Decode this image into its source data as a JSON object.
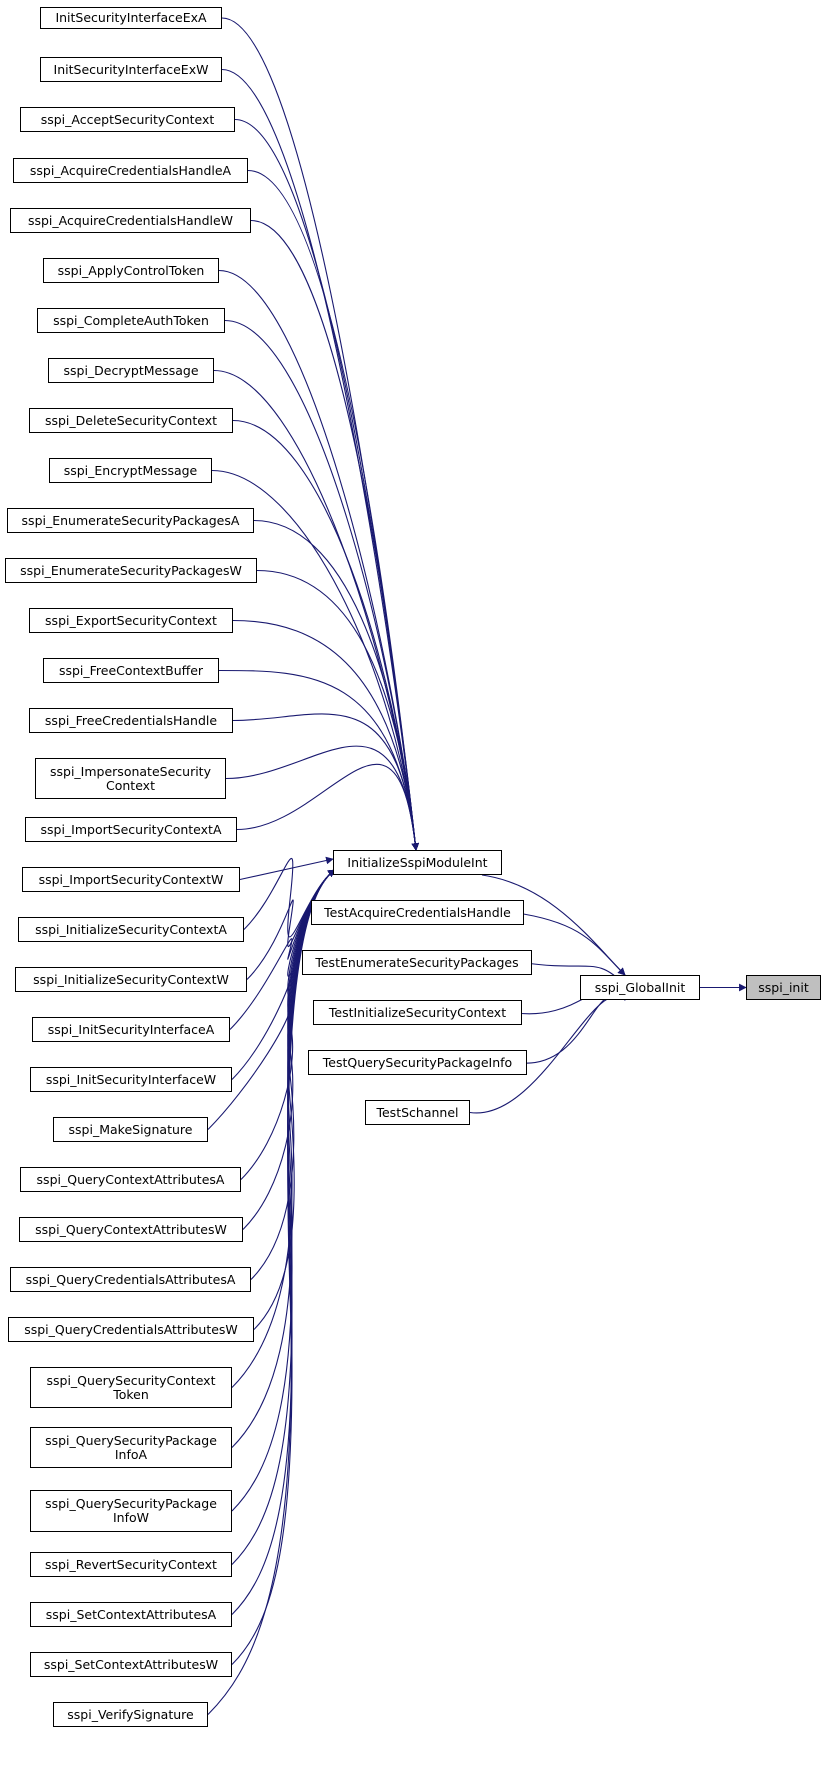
{
  "graph": {
    "edge_color": "#191970",
    "highlight_color": "#bfbfbf",
    "root": "sspi_init",
    "nodes": [
      {
        "id": "n1",
        "label": "InitSecurityInterfaceExA"
      },
      {
        "id": "n2",
        "label": "InitSecurityInterfaceExW"
      },
      {
        "id": "n3",
        "label": "sspi_AcceptSecurityContext"
      },
      {
        "id": "n4",
        "label": "sspi_AcquireCredentialsHandleA"
      },
      {
        "id": "n5",
        "label": "sspi_AcquireCredentialsHandleW"
      },
      {
        "id": "n6",
        "label": "sspi_ApplyControlToken"
      },
      {
        "id": "n7",
        "label": "sspi_CompleteAuthToken"
      },
      {
        "id": "n8",
        "label": "sspi_DecryptMessage"
      },
      {
        "id": "n9",
        "label": "sspi_DeleteSecurityContext"
      },
      {
        "id": "n10",
        "label": "sspi_EncryptMessage"
      },
      {
        "id": "n11",
        "label": "sspi_EnumerateSecurityPackagesA"
      },
      {
        "id": "n12",
        "label": "sspi_EnumerateSecurityPackagesW"
      },
      {
        "id": "n13",
        "label": "sspi_ExportSecurityContext"
      },
      {
        "id": "n14",
        "label": "sspi_FreeContextBuffer"
      },
      {
        "id": "n15",
        "label": "sspi_FreeCredentialsHandle"
      },
      {
        "id": "n16",
        "label": "sspi_ImpersonateSecurity\nContext"
      },
      {
        "id": "n17",
        "label": "sspi_ImportSecurityContextA"
      },
      {
        "id": "n18",
        "label": "sspi_ImportSecurityContextW"
      },
      {
        "id": "n19",
        "label": "sspi_InitializeSecurityContextA"
      },
      {
        "id": "n20",
        "label": "sspi_InitializeSecurityContextW"
      },
      {
        "id": "n21",
        "label": "sspi_InitSecurityInterfaceA"
      },
      {
        "id": "n22",
        "label": "sspi_InitSecurityInterfaceW"
      },
      {
        "id": "n23",
        "label": "sspi_MakeSignature"
      },
      {
        "id": "n24",
        "label": "sspi_QueryContextAttributesA"
      },
      {
        "id": "n25",
        "label": "sspi_QueryContextAttributesW"
      },
      {
        "id": "n26",
        "label": "sspi_QueryCredentialsAttributesA"
      },
      {
        "id": "n27",
        "label": "sspi_QueryCredentialsAttributesW"
      },
      {
        "id": "n28",
        "label": "sspi_QuerySecurityContext\nToken"
      },
      {
        "id": "n29",
        "label": "sspi_QuerySecurityPackage\nInfoA"
      },
      {
        "id": "n30",
        "label": "sspi_QuerySecurityPackage\nInfoW"
      },
      {
        "id": "n31",
        "label": "sspi_RevertSecurityContext"
      },
      {
        "id": "n32",
        "label": "sspi_SetContextAttributesA"
      },
      {
        "id": "n33",
        "label": "sspi_SetContextAttributesW"
      },
      {
        "id": "n34",
        "label": "sspi_VerifySignature"
      },
      {
        "id": "m",
        "label": "InitializeSspiModuleInt"
      },
      {
        "id": "t1",
        "label": "TestAcquireCredentialsHandle"
      },
      {
        "id": "t2",
        "label": "TestEnumerateSecurityPackages"
      },
      {
        "id": "t3",
        "label": "TestInitializeSecurityContext"
      },
      {
        "id": "t4",
        "label": "TestQuerySecurityPackageInfo"
      },
      {
        "id": "t5",
        "label": "TestSchannel"
      },
      {
        "id": "g",
        "label": "sspi_GlobalInit"
      },
      {
        "id": "r",
        "label": "sspi_init"
      }
    ],
    "edges": [
      [
        "n1",
        "m"
      ],
      [
        "n2",
        "m"
      ],
      [
        "n3",
        "m"
      ],
      [
        "n4",
        "m"
      ],
      [
        "n5",
        "m"
      ],
      [
        "n6",
        "m"
      ],
      [
        "n7",
        "m"
      ],
      [
        "n8",
        "m"
      ],
      [
        "n9",
        "m"
      ],
      [
        "n10",
        "m"
      ],
      [
        "n11",
        "m"
      ],
      [
        "n12",
        "m"
      ],
      [
        "n13",
        "m"
      ],
      [
        "n14",
        "m"
      ],
      [
        "n15",
        "m"
      ],
      [
        "n16",
        "m"
      ],
      [
        "n17",
        "m"
      ],
      [
        "n18",
        "m"
      ],
      [
        "n19",
        "m"
      ],
      [
        "n20",
        "m"
      ],
      [
        "n21",
        "m"
      ],
      [
        "n22",
        "m"
      ],
      [
        "n23",
        "m"
      ],
      [
        "n24",
        "m"
      ],
      [
        "n25",
        "m"
      ],
      [
        "n26",
        "m"
      ],
      [
        "n27",
        "m"
      ],
      [
        "n28",
        "m"
      ],
      [
        "n29",
        "m"
      ],
      [
        "n30",
        "m"
      ],
      [
        "n31",
        "m"
      ],
      [
        "n32",
        "m"
      ],
      [
        "n33",
        "m"
      ],
      [
        "n34",
        "m"
      ],
      [
        "m",
        "g"
      ],
      [
        "t1",
        "g"
      ],
      [
        "t2",
        "g"
      ],
      [
        "t3",
        "g"
      ],
      [
        "t4",
        "g"
      ],
      [
        "t5",
        "g"
      ],
      [
        "g",
        "r"
      ]
    ]
  }
}
